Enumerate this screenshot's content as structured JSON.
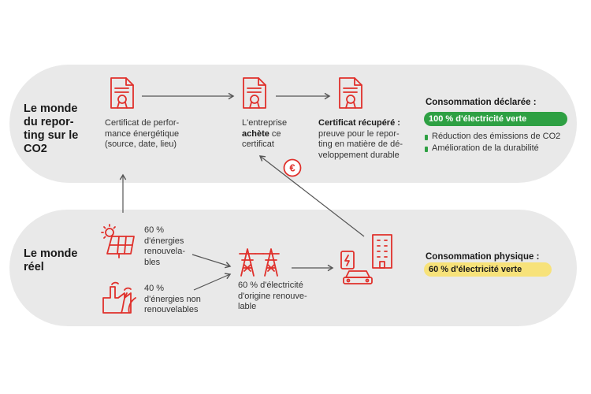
{
  "top": {
    "title": "Le monde\ndu repor-\nting sur le\nCO2",
    "step1": "Certificat de perfor-\nmance énergétique\n(source, date, lieu)",
    "step2_pre": "L'entreprise",
    "step2_bold": "achète",
    "step2_post": " ce\ncertificat",
    "step3_bold": "Certificat récupéré :",
    "step3_rest": "preuve pour le repor-\nting en matière de dé-\nveloppement durable",
    "declared_heading": "Consommation déclarée :",
    "declared_value": "100 % d'électricité verte",
    "bullets": [
      "Réduction des émissions de CO2",
      "Amélioration de la durabilité"
    ],
    "euro_symbol": "€"
  },
  "bottom": {
    "title": "Le monde\nréel",
    "renewable": "60 %\nd'énergies\nrenouvela-\nbles",
    "nonrenewable": "40 %\nd'énergies non\nrenouvelables",
    "grid": "60 % d'électricité\nd'origine renouve-\nlable",
    "physical_heading": "Consommation physique :",
    "physical_value": "60 % d'électricité verte"
  },
  "colors": {
    "accent_red": "#e0302b",
    "green": "#2ea043",
    "yellow": "#f7e27a",
    "band_gray": "#e9e9e9"
  },
  "icons": [
    "certificate-icon",
    "solar-panel-icon",
    "factory-icon",
    "pylon-icon",
    "ev-charging-icon",
    "building-icon",
    "euro-icon"
  ]
}
